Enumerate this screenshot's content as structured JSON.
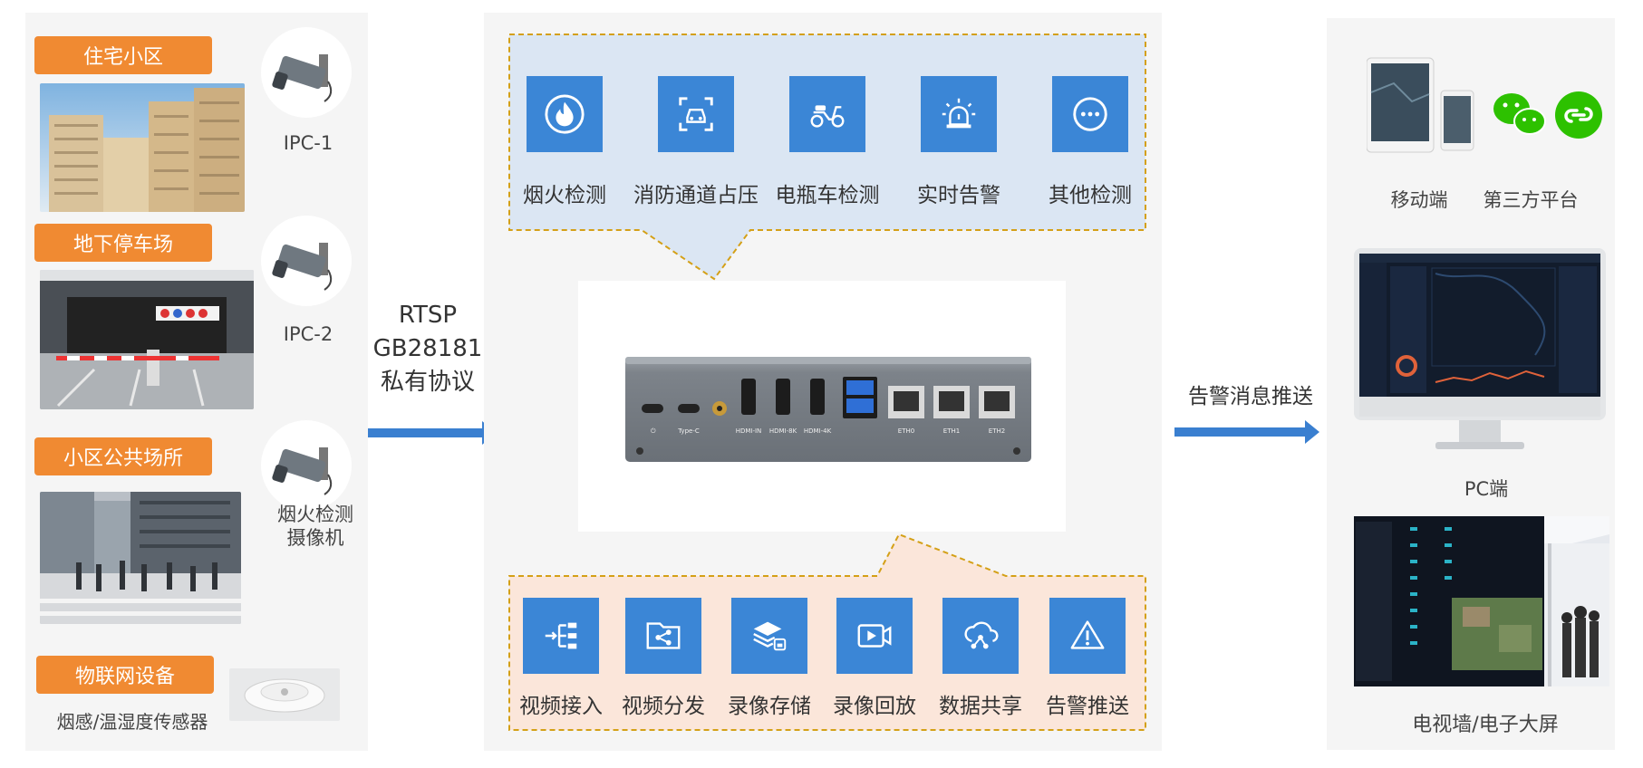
{
  "sources": {
    "sites": [
      {
        "tag": "住宅小区",
        "camera": "IPC-1"
      },
      {
        "tag": "地下停车场",
        "camera": "IPC-2"
      },
      {
        "tag": "小区公共场所",
        "camera_line1": "烟火检测",
        "camera_line2": "摄像机"
      },
      {
        "tag": "物联网设备",
        "device": "烟感/温湿度传感器"
      }
    ]
  },
  "protocols": {
    "line1": "RTSP",
    "line2": "GB28181",
    "line3": "私有协议"
  },
  "algorithms": [
    {
      "label": "烟火检测",
      "icon": "flame-icon"
    },
    {
      "label": "消防通道占压",
      "icon": "car-scan-icon"
    },
    {
      "label": "电瓶车检测",
      "icon": "scooter-icon"
    },
    {
      "label": "实时告警",
      "icon": "alarm-light-icon"
    },
    {
      "label": "其他检测",
      "icon": "more-icon"
    }
  ],
  "device": {
    "port_labels": [
      "Type-C",
      "HDMI-IN",
      "HDMI-8K",
      "HDMI-4K",
      "ETH0",
      "ETH1",
      "ETH2"
    ]
  },
  "functions": [
    {
      "label": "视频接入",
      "icon": "tree-input-icon"
    },
    {
      "label": "视频分发",
      "icon": "share-folder-icon"
    },
    {
      "label": "录像存储",
      "icon": "storage-layers-icon"
    },
    {
      "label": "录像回放",
      "icon": "playback-icon"
    },
    {
      "label": "数据共享",
      "icon": "cloud-share-icon"
    },
    {
      "label": "告警推送",
      "icon": "warning-icon"
    }
  ],
  "push": {
    "label": "告警消息推送"
  },
  "outputs": {
    "mobile": "移动端",
    "third_party": "第三方平台",
    "pc": "PC端",
    "tv_wall": "电视墙/电子大屏"
  },
  "colors": {
    "accent_orange": "#f08a32",
    "icon_blue": "#3b86d6",
    "arrow_blue": "#3a7fd0",
    "dash_gold": "#d4a017"
  }
}
